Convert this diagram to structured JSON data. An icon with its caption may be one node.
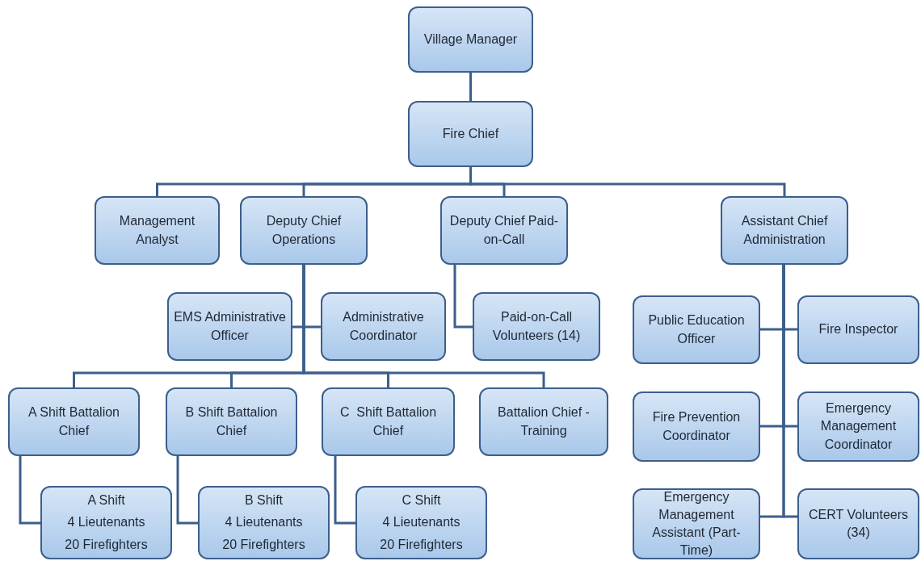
{
  "diagram": {
    "nodes": [
      {
        "text": [
          "Village Manager"
        ]
      },
      {
        "text": [
          "Fire Chief"
        ]
      },
      {
        "text": [
          "Management Analyst"
        ]
      },
      {
        "text": [
          "Deputy Chief Operations"
        ]
      },
      {
        "text": [
          "Deputy Chief Paid-on-Call"
        ]
      },
      {
        "text": [
          "Assistant Chief Administration"
        ]
      },
      {
        "text": [
          "EMS Administrative Officer"
        ]
      },
      {
        "text": [
          "Administrative Coordinator"
        ]
      },
      {
        "text": [
          "Paid-on-Call Volunteers (14)"
        ]
      },
      {
        "text": [
          "Public Education Officer"
        ]
      },
      {
        "text": [
          "Fire Inspector"
        ]
      },
      {
        "text": [
          "A Shift Battalion Chief"
        ]
      },
      {
        "text": [
          "B Shift Battalion Chief"
        ]
      },
      {
        "text": [
          "C  Shift Battalion Chief"
        ]
      },
      {
        "text": [
          "Battalion Chief - Training"
        ]
      },
      {
        "text": [
          "Fire Prevention Coordinator"
        ]
      },
      {
        "text": [
          "Emergency Management Coordinator"
        ]
      },
      {
        "text": [
          "A Shift",
          "4 Lieutenants",
          "20 Firefighters"
        ]
      },
      {
        "text": [
          "B Shift",
          "4 Lieutenants",
          "20 Firefighters"
        ]
      },
      {
        "text": [
          "C Shift",
          "4 Lieutenants",
          "20 Firefighters"
        ]
      },
      {
        "text": [
          "Emergency Management Assistant (Part-Time)"
        ]
      },
      {
        "text": [
          "CERT Volunteers (34)"
        ]
      }
    ],
    "edges": [
      {
        "from": 0,
        "to": 1,
        "arrow": "none"
      },
      {
        "from": 1,
        "to": 2,
        "arrow": "none"
      },
      {
        "from": 1,
        "to": 3,
        "arrow": "none"
      },
      {
        "from": 1,
        "to": 4,
        "arrow": "none"
      },
      {
        "from": 1,
        "to": 5,
        "arrow": "none"
      },
      {
        "from": 3,
        "to": 6,
        "arrow": "none"
      },
      {
        "from": 3,
        "to": 7,
        "arrow": "none"
      },
      {
        "from": 4,
        "to": 8,
        "arrow": "none"
      },
      {
        "from": 3,
        "to": 11,
        "arrow": "none"
      },
      {
        "from": 3,
        "to": 12,
        "arrow": "none"
      },
      {
        "from": 3,
        "to": 13,
        "arrow": "none"
      },
      {
        "from": 3,
        "to": 14,
        "arrow": "none"
      },
      {
        "from": 5,
        "to": 9,
        "arrow": "none"
      },
      {
        "from": 5,
        "to": 10,
        "arrow": "none"
      },
      {
        "from": 5,
        "to": 15,
        "arrow": "none"
      },
      {
        "from": 5,
        "to": 16,
        "arrow": "none"
      },
      {
        "from": 5,
        "to": 20,
        "arrow": "none"
      },
      {
        "from": 5,
        "to": 21,
        "arrow": "none"
      },
      {
        "from": 11,
        "to": 17,
        "arrow": "none"
      },
      {
        "from": 12,
        "to": 18,
        "arrow": "none"
      },
      {
        "from": 13,
        "to": 19,
        "arrow": "none"
      }
    ]
  }
}
